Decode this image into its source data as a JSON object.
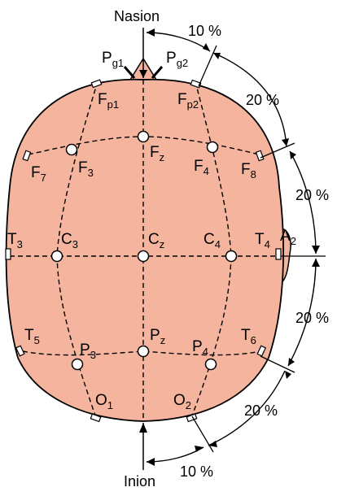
{
  "landmarks": {
    "nasion": "Nasion",
    "inion": "Inion"
  },
  "electrodes": {
    "fp1": {
      "main": "F",
      "sub": "p1"
    },
    "fp2": {
      "main": "F",
      "sub": "p2"
    },
    "pg1": {
      "main": "P",
      "sub": "g1"
    },
    "pg2": {
      "main": "P",
      "sub": "g2"
    },
    "f7": {
      "main": "F",
      "sub": "7"
    },
    "f3": {
      "main": "F",
      "sub": "3"
    },
    "fz": {
      "main": "F",
      "sub": "z"
    },
    "f4": {
      "main": "F",
      "sub": "4"
    },
    "f8": {
      "main": "F",
      "sub": "8"
    },
    "t3": {
      "main": "T",
      "sub": "3"
    },
    "c3": {
      "main": "C",
      "sub": "3"
    },
    "cz": {
      "main": "C",
      "sub": "z"
    },
    "c4": {
      "main": "C",
      "sub": "4"
    },
    "t4": {
      "main": "T",
      "sub": "4"
    },
    "a2": {
      "main": "A",
      "sub": "2"
    },
    "t5": {
      "main": "T",
      "sub": "5"
    },
    "p3": {
      "main": "P",
      "sub": "3"
    },
    "pz": {
      "main": "P",
      "sub": "z"
    },
    "p4": {
      "main": "P",
      "sub": "4"
    },
    "t6": {
      "main": "T",
      "sub": "6"
    },
    "o1": {
      "main": "O",
      "sub": "1"
    },
    "o2": {
      "main": "O",
      "sub": "2"
    }
  },
  "percentages": {
    "top_10": "10 %",
    "p20_a": "20 %",
    "p20_b": "20 %",
    "p20_c": "20 %",
    "p20_d": "20 %",
    "bottom_10": "10 %"
  },
  "colors": {
    "head_fill": "#f4b49d",
    "outline": "#000000",
    "node_fill": "#ffffff"
  }
}
